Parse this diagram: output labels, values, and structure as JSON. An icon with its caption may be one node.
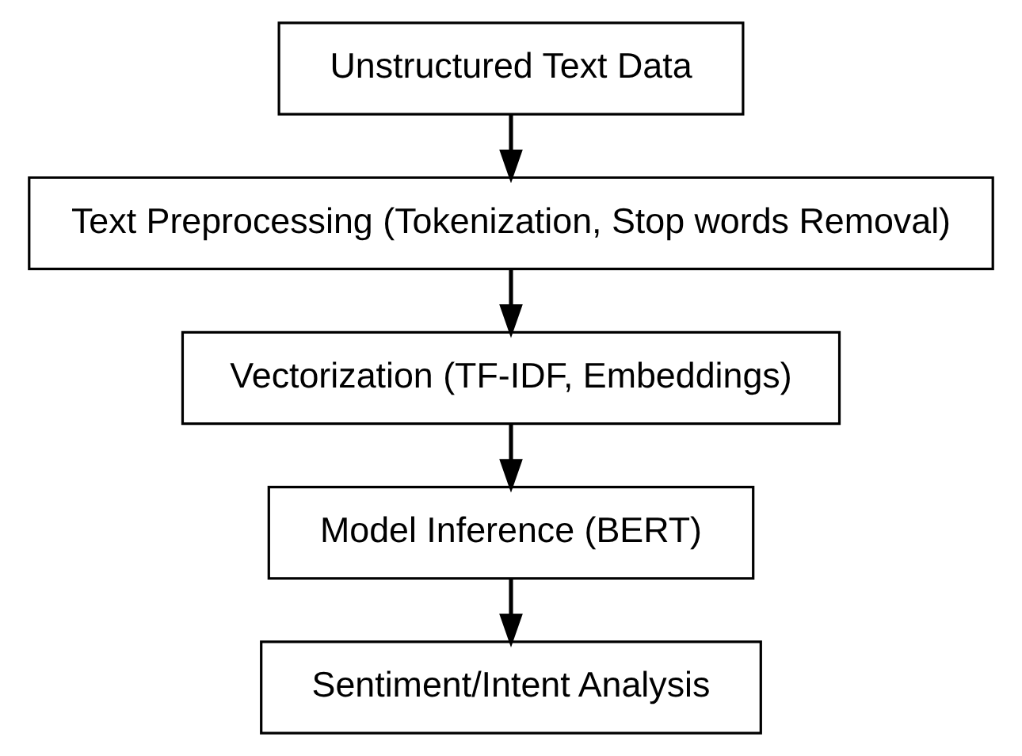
{
  "diagram": {
    "nodes": [
      {
        "text": [
          "Unstructured Text Data"
        ]
      },
      {
        "text": [
          "Text Preprocessing (Tokenization, Stop words Removal)"
        ]
      },
      {
        "text": [
          "Vectorization (TF-IDF, Embeddings)"
        ]
      },
      {
        "text": [
          "Model Inference (BERT)"
        ]
      },
      {
        "text": [
          "Sentiment/Intent Analysis"
        ]
      }
    ],
    "edges": [
      {
        "from": 0,
        "to": 1,
        "arrow": "to"
      },
      {
        "from": 1,
        "to": 2,
        "arrow": "to"
      },
      {
        "from": 2,
        "to": 3,
        "arrow": "to"
      },
      {
        "from": 3,
        "to": 4,
        "arrow": "to"
      }
    ]
  }
}
